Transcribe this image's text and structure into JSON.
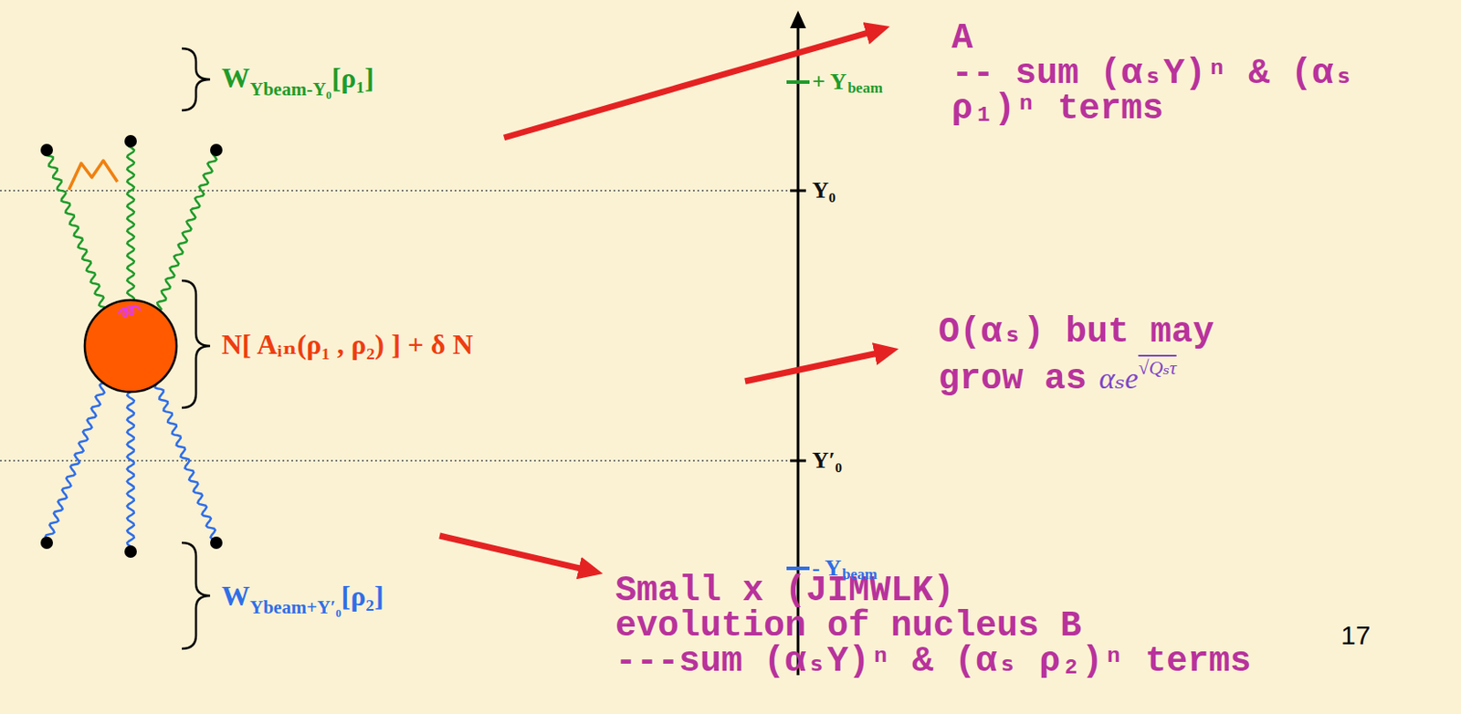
{
  "diagram": {
    "nodes": [
      {
        "text": [
          "W",
          "Ybeam-Y₀",
          "[ρ₁]"
        ]
      },
      {
        "text": [
          "N[ Aᵢₙ(ρ₁ , ρ₂) ] + δ N"
        ]
      },
      {
        "text": [
          "W",
          "Ybeam+Y′₀",
          "[ρ₂]"
        ]
      },
      {
        "text": [
          "A",
          "-- sum (αₛY)ⁿ & (αₛ ρ₁)ⁿ terms"
        ]
      },
      {
        "text": [
          "O(αₛ) but may grow as",
          "αₛe",
          "√Qₛτ"
        ]
      },
      {
        "text": [
          "Small x (JIMWLK) evolution of nucleus B",
          "---sum (αₛY)ⁿ & (αₛ ρ₂)ⁿ terms"
        ]
      }
    ],
    "edges": [
      {
        "from": 0,
        "to": 3,
        "arrow": "to"
      },
      {
        "from": 1,
        "to": 4,
        "arrow": "to"
      },
      {
        "from": 2,
        "to": 5,
        "arrow": "to"
      }
    ],
    "labels": [
      "+ Y",
      "beam",
      "Y₀",
      "Y′₀",
      "- Y",
      "beam",
      "17"
    ]
  }
}
